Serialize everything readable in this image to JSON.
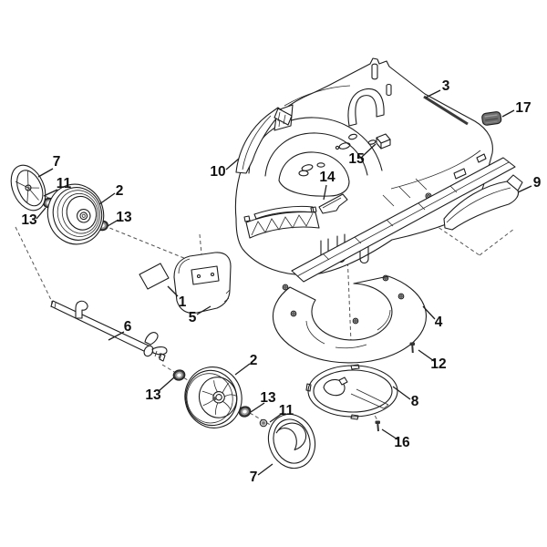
{
  "figure": {
    "type": "exploded-parts-diagram",
    "colors": {
      "background": "#ffffff",
      "line": "#1d1d1d",
      "dash_line": "#555555",
      "washer_dark": "#3d3d3d",
      "washer_mid": "#9a9a9a",
      "plug_gray": "#6e6e6e",
      "metal_light": "#c8c8c8",
      "streak_gray": "#3a3a3a"
    },
    "callouts": [
      {
        "id": "cap-upper",
        "label": "7"
      },
      {
        "id": "nut-upper",
        "label": "11"
      },
      {
        "id": "washer-upper-left",
        "label": "13"
      },
      {
        "id": "wheel-upper",
        "label": "2"
      },
      {
        "id": "washer-upper-right",
        "label": "13"
      },
      {
        "id": "deflector-left",
        "label": "10"
      },
      {
        "id": "housing",
        "label": "3"
      },
      {
        "id": "plug",
        "label": "17"
      },
      {
        "id": "switch-box",
        "label": "15"
      },
      {
        "id": "baffle",
        "label": "14"
      },
      {
        "id": "deflector-right",
        "label": "9"
      },
      {
        "id": "plate",
        "label": "1"
      },
      {
        "id": "cover",
        "label": "5"
      },
      {
        "id": "axle",
        "label": "6"
      },
      {
        "id": "washer-axle",
        "label": "13"
      },
      {
        "id": "wheel-lower",
        "label": "2"
      },
      {
        "id": "washer-lower",
        "label": "13"
      },
      {
        "id": "nut-lower",
        "label": "11"
      },
      {
        "id": "cap-lower",
        "label": "7"
      },
      {
        "id": "ring",
        "label": "4"
      },
      {
        "id": "screw-ring",
        "label": "12"
      },
      {
        "id": "disc",
        "label": "8"
      },
      {
        "id": "screw-disc",
        "label": "16"
      }
    ]
  }
}
